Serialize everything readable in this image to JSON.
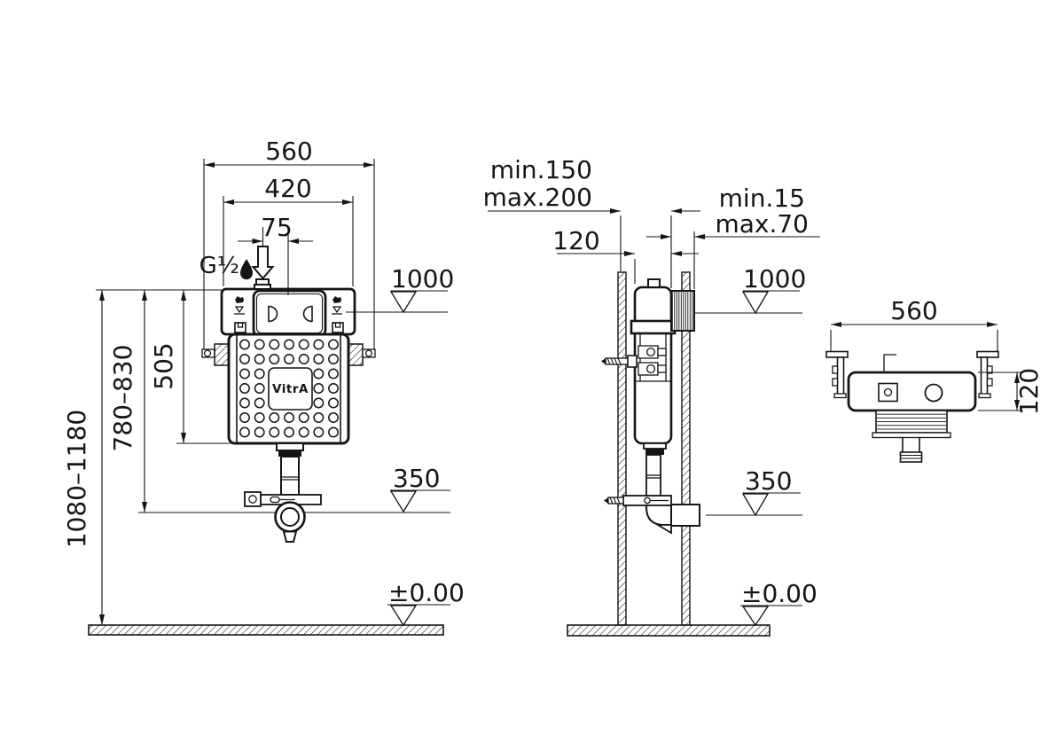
{
  "colors": {
    "ink": "#151515",
    "background": "#ffffff"
  },
  "front": {
    "dim_frame_width": "560",
    "dim_body_width": "420",
    "dim_inlet_offset": "75",
    "inlet_thread": "G½",
    "level_panel": "1000",
    "dim_body_height": "505",
    "dim_outlet_height": "780–830",
    "dim_total_height": "1080–1180",
    "level_outlet": "350",
    "level_floor": "±0.00",
    "brand": "VitrA"
  },
  "side": {
    "dim_recess_min": "min.150",
    "dim_recess_max": "max.200",
    "dim_body_depth": "120",
    "dim_lining_min": "min.15",
    "dim_lining_max": "max.70",
    "level_panel": "1000",
    "level_outlet": "350",
    "level_floor": "±0.00"
  },
  "top": {
    "dim_width": "560",
    "dim_depth": "120"
  }
}
